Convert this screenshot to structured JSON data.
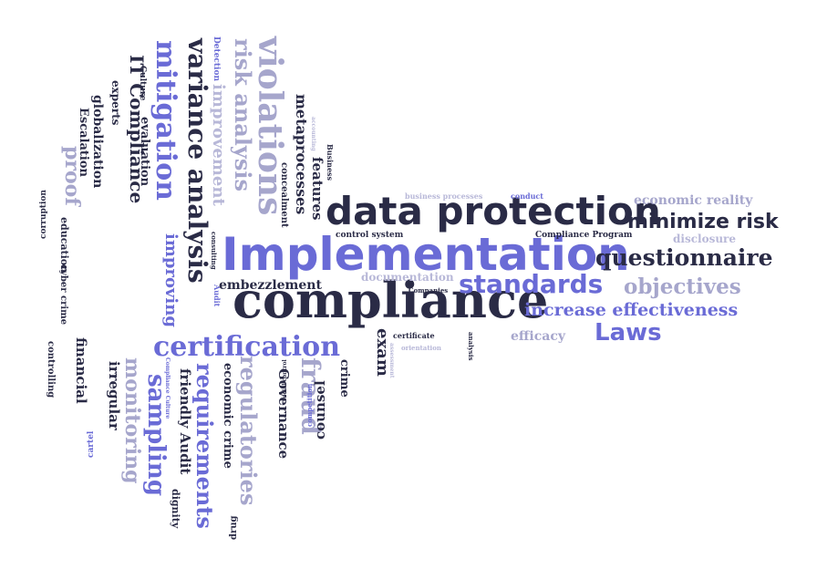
{
  "colors": {
    "dark": "#2a2b46",
    "blue": "#6a6bd6",
    "lilac": "#a6a6cc",
    "pale": "#b8b8d8"
  },
  "words": {
    "compliance": "compliance",
    "implementation": "Implementation",
    "data_protection": "data protection",
    "certification": "certification",
    "standards": "standards",
    "questionnaire": "questionnaire",
    "minimize_risk": "minimize risk",
    "objectives": "objectives",
    "laws": "Laws",
    "increase_effectiveness": "increase effectiveness",
    "economic_reality": "economic reality",
    "disclosure": "disclosure",
    "efficacy": "efficacy",
    "embezzlement": "embezzlement",
    "documentation": "documentation",
    "control_system": "control system",
    "compliance_program": "Compliance Program",
    "companies": "Companies",
    "certificate": "certificate",
    "business_processes": "business processes",
    "conduct": "conduct",
    "orientation": "orientation",
    "assessment": "assessment",
    "analysis": "analysis",
    "exam": "exam",
    "crime": "crime",
    "violations": "violations",
    "risk_analysis": "risk analysis",
    "variance_analysis": "variance analysis",
    "mitigation": "mitigation",
    "improvement": "improvement",
    "metaprocesses": "metaprocesses",
    "features": "features",
    "concealment": "concealment",
    "business": "Business",
    "accounting": "accounting",
    "detection": "Detection",
    "consulting": "consulting",
    "improving": "improving",
    "audit": "Audit",
    "compliance_it": "IT Compliance",
    "evaluation": "evaluation",
    "culture": "Culture",
    "experts": "experts",
    "globalization": "globalization",
    "escalation": "Escalation",
    "proof": "proof",
    "education": "education",
    "cyber_crime": "cyber crime",
    "controlling": "controlling",
    "corruption": "corruption",
    "financial": "financial",
    "irregular": "irregular",
    "monitoring": "monitoring",
    "sampling": "sampling",
    "requirements": "requirements",
    "regulatories": "regulatories",
    "fraud": "fraud",
    "economic_crime": "economic crime",
    "governance": "Governance",
    "friendly_audit": "friendly Audit",
    "dignity": "dignity",
    "compliance_culture": "Compliance Culture",
    "social_control": "social control",
    "competition": "competition",
    "counsel": "counsel",
    "cartel": "cartel",
    "drug": "drug"
  }
}
